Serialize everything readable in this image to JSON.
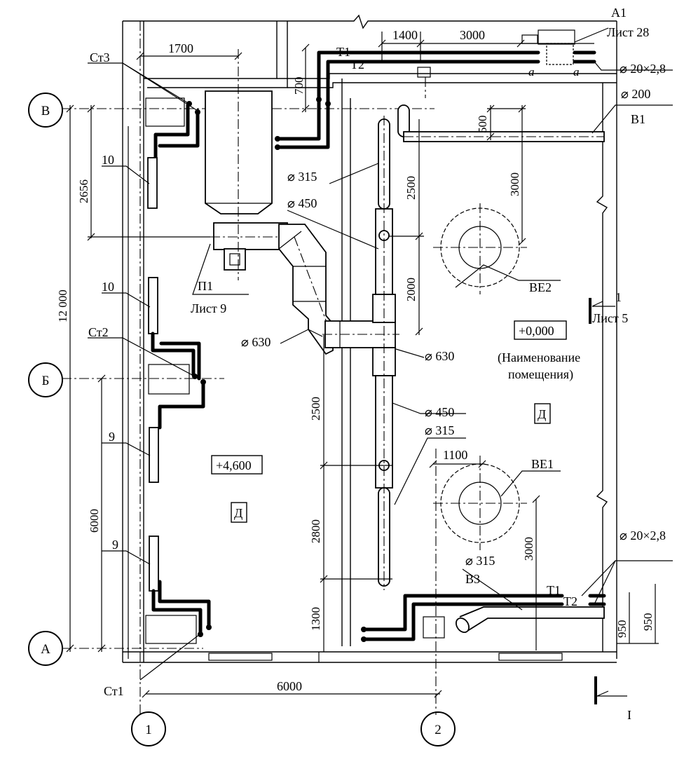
{
  "axes": {
    "rows": [
      "В",
      "Б",
      "А"
    ],
    "columns": [
      "1",
      "2"
    ]
  },
  "dimensions": {
    "d1700": "1700",
    "d1400": "1400",
    "d3000_top": "3000",
    "d700": "700",
    "d2656": "2656",
    "d12000": "12 000",
    "d6000_v": "6000",
    "d500": "500",
    "d3000_right": "3000",
    "d2500_upper": "2500",
    "d2000": "2000",
    "d2500_lower": "2500",
    "d2800": "2800",
    "d1300": "1300",
    "d1100": "1100",
    "d3000_lower": "3000",
    "d950_a": "950",
    "d950_b": "950",
    "d6000_h": "6000"
  },
  "labels": {
    "st3": "Ст3",
    "st2": "Ст2",
    "st1": "Ст1",
    "t1_top": "Т1",
    "t2_top": "Т2",
    "t1_bottom": "Т1",
    "t2_bottom": "Т2",
    "a1": "А1",
    "sheet28": "Лист 28",
    "pipe_top": "⌀ 20×2,8",
    "pipe_bottom": "⌀ 20×2,8",
    "d200": "⌀ 200",
    "v1": "В1",
    "v3": "В3",
    "d315_top": "⌀ 315",
    "d450_top": "⌀ 450",
    "d630_left": "⌀ 630",
    "d630_right": "⌀ 630",
    "d450_bottom": "⌀ 450",
    "d315_mid": "⌀ 315",
    "d315_bottom": "⌀ 315",
    "p1": "П1",
    "sheet9": "Лист 9",
    "ve2": "ВЕ2",
    "ve1": "ВЕ1",
    "section_num": "1",
    "sheet5": "Лист 5",
    "section_bottom": "I",
    "level_right": "+0,000",
    "room_name_1": "(Наименование",
    "room_name_2": "помещения)",
    "cat_right": "Д",
    "level_left": "+4,600",
    "cat_left": "Д",
    "rad10_top": "10",
    "rad10_mid": "10",
    "rad9_mid": "9",
    "rad9_bottom": "9",
    "a_mark_1": "a",
    "a_mark_2": "a"
  }
}
